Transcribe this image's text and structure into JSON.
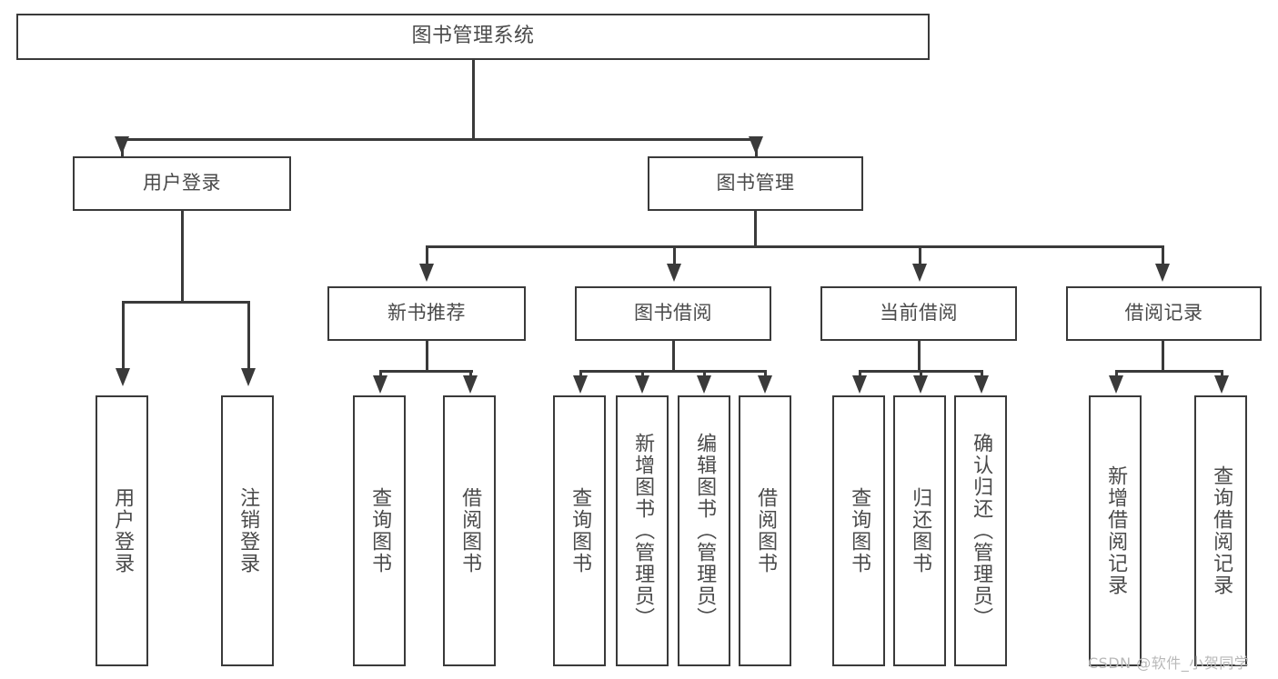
{
  "diagram": {
    "title": "图书管理系统",
    "type": "tree-hierarchy-diagram",
    "colors": {
      "stroke": "#3a3a3a",
      "text": "#4a4a4a",
      "background": "#ffffff",
      "watermark": "#b9b9b9"
    },
    "nodes": {
      "root": {
        "label": "图书管理系统"
      },
      "level1": [
        {
          "label": "用户登录"
        },
        {
          "label": "图书管理"
        }
      ],
      "level2": [
        {
          "label": "新书推荐"
        },
        {
          "label": "图书借阅"
        },
        {
          "label": "当前借阅"
        },
        {
          "label": "借阅记录"
        }
      ],
      "leaves": {
        "user_login": [
          {
            "label": "用户登录"
          },
          {
            "label": "注销登录"
          }
        ],
        "new_book_recommend": [
          {
            "label": "查询图书"
          },
          {
            "label": "借阅图书"
          }
        ],
        "book_borrow": [
          {
            "label": "查询图书"
          },
          {
            "label": "新增图书（管理员）"
          },
          {
            "label": "编辑图书（管理员）"
          },
          {
            "label": "借阅图书"
          }
        ],
        "current_borrow": [
          {
            "label": "查询图书"
          },
          {
            "label": "归还图书"
          },
          {
            "label": "确认归还（管理员）"
          }
        ],
        "borrow_record": [
          {
            "label": "新增借阅记录"
          },
          {
            "label": "查询借阅记录"
          }
        ]
      }
    },
    "watermark": "CSDN @软件_小贺同学"
  }
}
